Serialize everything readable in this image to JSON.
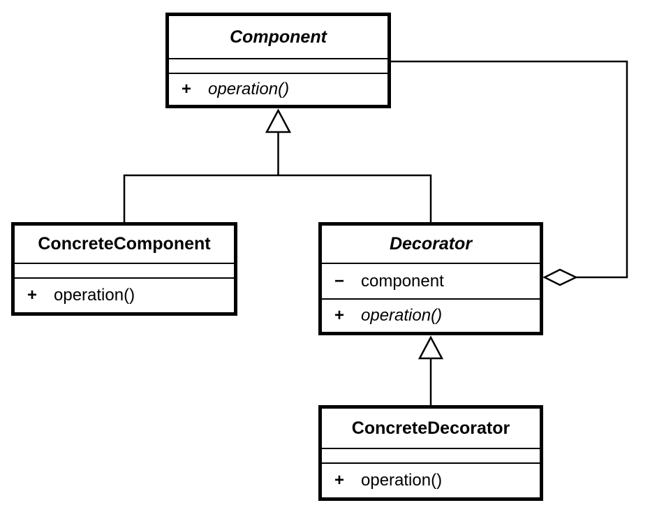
{
  "diagram": {
    "kind": "uml-class-diagram",
    "colors": {
      "stroke": "#000000",
      "fill": "#ffffff"
    },
    "classes": {
      "component": {
        "name": "Component",
        "italic": true,
        "attributes": [],
        "operations": [
          {
            "visibility": "+",
            "signature": "operation()",
            "italic": true
          }
        ]
      },
      "concrete_component": {
        "name": "ConcreteComponent",
        "italic": false,
        "attributes": [],
        "operations": [
          {
            "visibility": "+",
            "signature": "operation()",
            "italic": false
          }
        ]
      },
      "decorator": {
        "name": "Decorator",
        "italic": true,
        "attributes": [
          {
            "visibility": "−",
            "signature": "component",
            "italic": false
          }
        ],
        "operations": [
          {
            "visibility": "+",
            "signature": "operation()",
            "italic": true
          }
        ]
      },
      "concrete_decorator": {
        "name": "ConcreteDecorator",
        "italic": false,
        "attributes": [],
        "operations": [
          {
            "visibility": "+",
            "signature": "operation()",
            "italic": false
          }
        ]
      }
    },
    "relationships": [
      {
        "type": "generalization",
        "from": "ConcreteComponent",
        "to": "Component"
      },
      {
        "type": "generalization",
        "from": "Decorator",
        "to": "Component"
      },
      {
        "type": "generalization",
        "from": "ConcreteDecorator",
        "to": "Decorator"
      },
      {
        "type": "aggregation",
        "whole": "Decorator",
        "part": "Component"
      }
    ]
  }
}
